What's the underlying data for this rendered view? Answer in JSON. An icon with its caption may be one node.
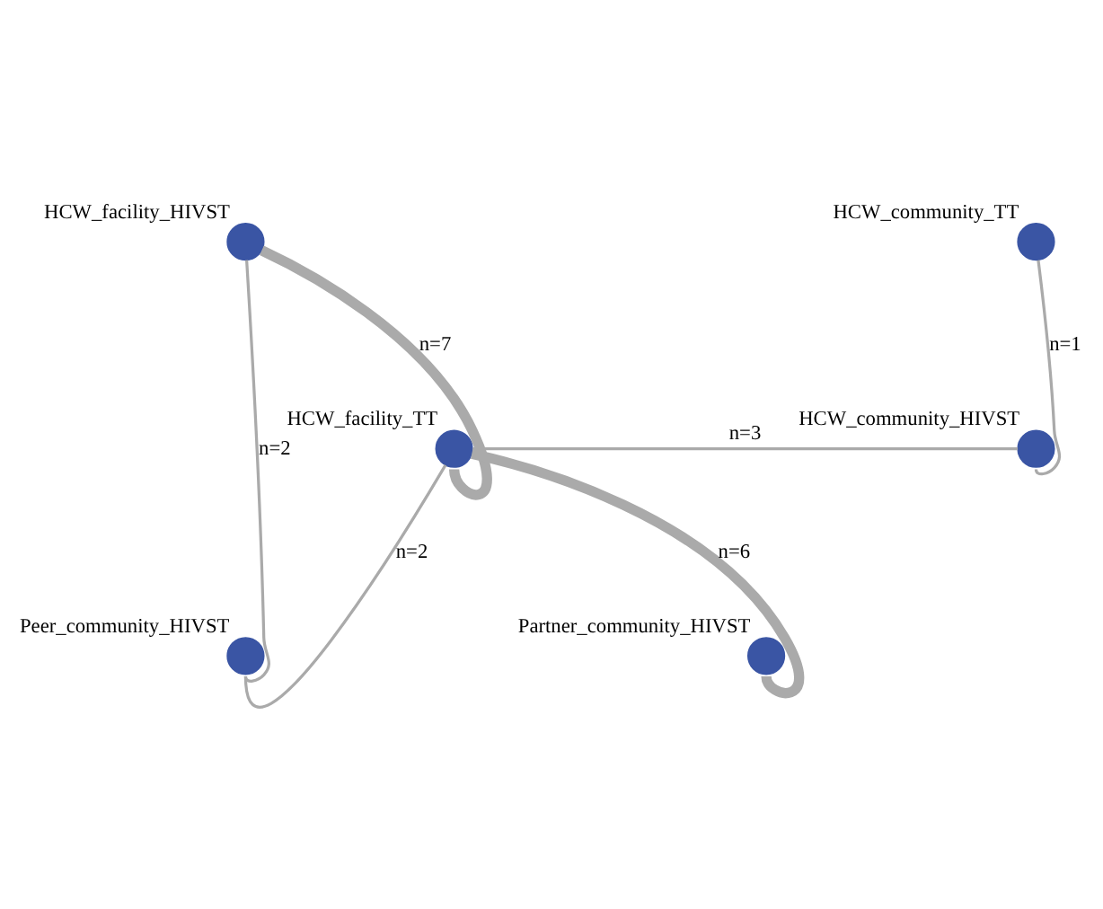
{
  "diagram": {
    "nodes": [
      {
        "text": [
          "HCW_facility_HIVST"
        ]
      },
      {
        "text": [
          "HCW_community_TT"
        ]
      },
      {
        "text": [
          "HCW_facility_TT"
        ]
      },
      {
        "text": [
          "HCW_community_HIVST"
        ]
      },
      {
        "text": [
          "Partner_community_HIVST"
        ]
      },
      {
        "text": [
          "Peer_community_HIVST"
        ]
      }
    ],
    "edges": [
      {
        "from": 0,
        "to": 2,
        "arrow": "none",
        "label": "n=7",
        "style": "thick"
      },
      {
        "from": 0,
        "to": 5,
        "arrow": "none",
        "label": "n=2"
      },
      {
        "from": 1,
        "to": 3,
        "arrow": "none",
        "label": "n=1"
      },
      {
        "from": 2,
        "to": 3,
        "arrow": "none",
        "label": "n=3"
      },
      {
        "from": 2,
        "to": 5,
        "arrow": "none",
        "label": "n=2"
      },
      {
        "from": 2,
        "to": 4,
        "arrow": "none",
        "label": "n=6",
        "style": "thick"
      }
    ]
  }
}
